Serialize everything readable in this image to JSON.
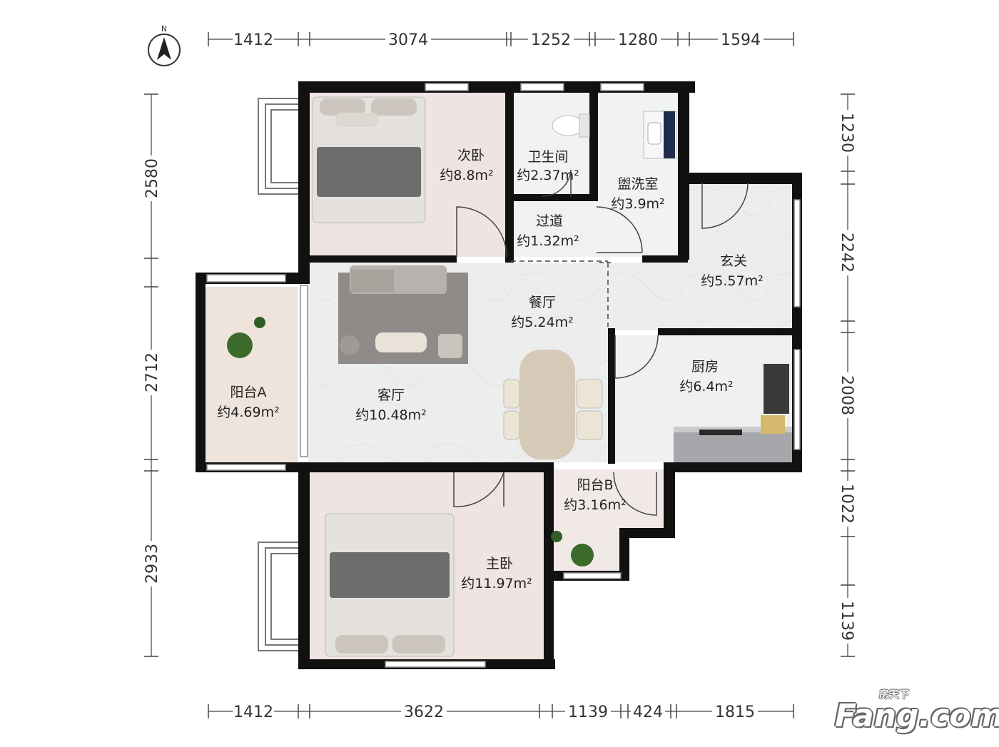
{
  "compass": {
    "label": "N"
  },
  "dimensions": {
    "top": [
      "1412",
      "3074",
      "1252",
      "1280",
      "1594"
    ],
    "bottom": [
      "1412",
      "3622",
      "1139",
      "424",
      "1815"
    ],
    "left": [
      "2580",
      "2712",
      "2933"
    ],
    "right": [
      "1230",
      "2242",
      "2008",
      "1022",
      "1139"
    ]
  },
  "rooms": {
    "second_bedroom": {
      "name": "次卧",
      "area": "约8.8m²"
    },
    "bathroom": {
      "name": "卫生间",
      "area": "约2.37m²"
    },
    "washroom": {
      "name": "盥洗室",
      "area": "约3.9m²"
    },
    "corridor": {
      "name": "过道",
      "area": "约1.32m²"
    },
    "entrance": {
      "name": "玄关",
      "area": "约5.57m²"
    },
    "dining": {
      "name": "餐厅",
      "area": "约5.24m²"
    },
    "living": {
      "name": "客厅",
      "area": "约10.48m²"
    },
    "kitchen": {
      "name": "厨房",
      "area": "约6.4m²"
    },
    "balcony_a": {
      "name": "阳台A",
      "area": "约4.69m²"
    },
    "balcony_b": {
      "name": "阳台B",
      "area": "约3.16m²"
    },
    "master_bedroom": {
      "name": "主卧",
      "area": "约11.97m²"
    }
  },
  "watermark": {
    "main": "Fang.com",
    "sub": "房天下"
  }
}
